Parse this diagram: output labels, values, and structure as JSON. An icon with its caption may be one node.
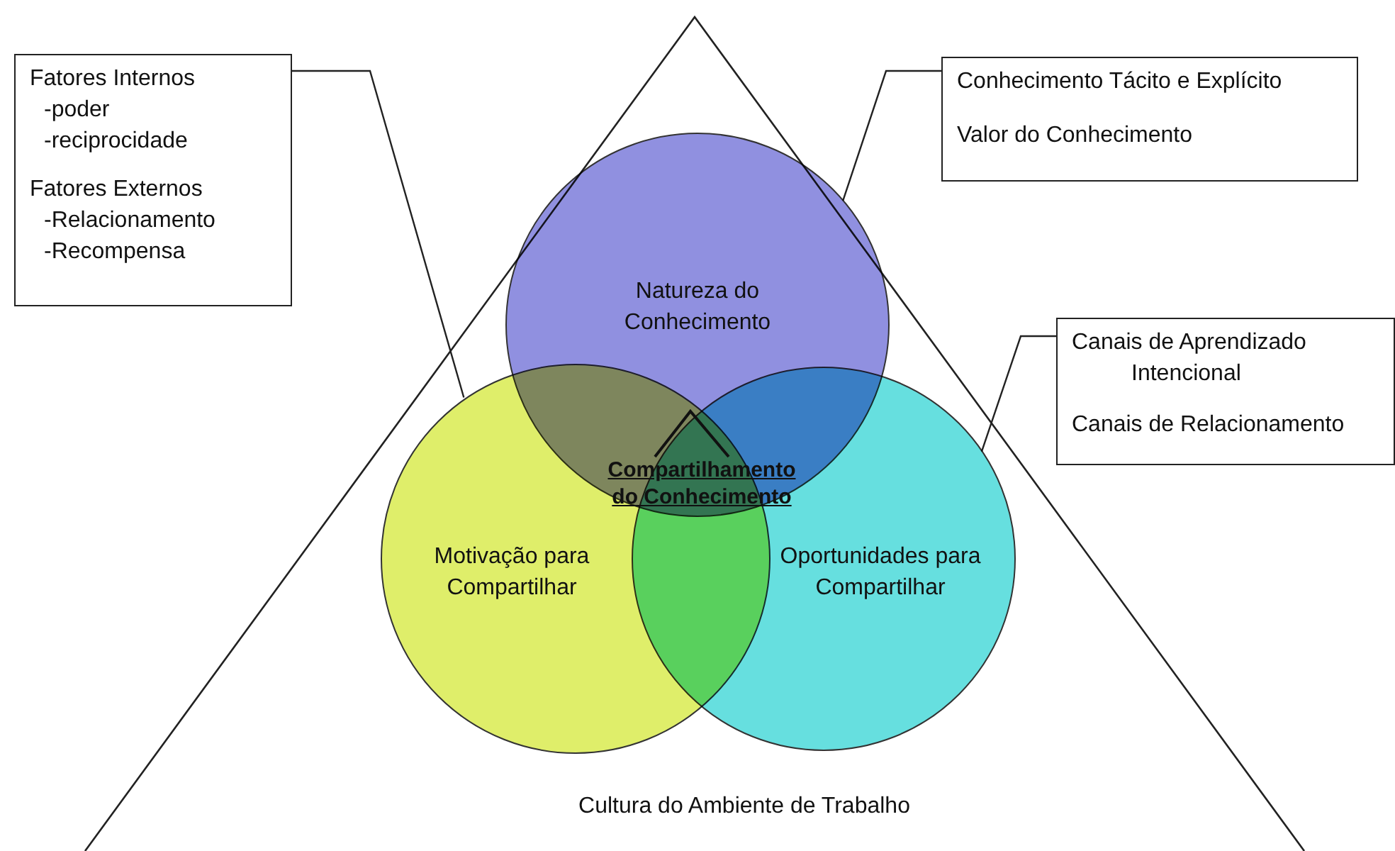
{
  "diagram": {
    "nodes": [
      {
        "text": [
          "Cultura do Ambiente de Trabalho"
        ]
      },
      {
        "text": [
          "Fatores Internos",
          "-poder",
          "-reciprocidade",
          "Fatores Externos",
          "-Relacionamento",
          "-Recompensa"
        ]
      },
      {
        "text": [
          "Conhecimento Tácito e Explícito",
          "Valor do Conhecimento"
        ]
      },
      {
        "text": [
          "Natureza do Conhecimento"
        ],
        "in": 0
      },
      {
        "text": [
          "Canais de Aprendizado Intencional",
          "Canais de Relacionamento"
        ]
      },
      {
        "text": [
          "Motivação para Compartilhar"
        ],
        "in": 0
      },
      {
        "text": [
          "Oportunidades para Compartilhar"
        ],
        "in": 0
      }
    ],
    "edges": [
      {
        "from": 1,
        "to": 5,
        "arrow": "none"
      },
      {
        "from": 2,
        "to": 3,
        "arrow": "none"
      },
      {
        "from": 4,
        "to": 6,
        "arrow": "none"
      }
    ],
    "labels": [
      "Compartilhamento do Conhecimento"
    ]
  }
}
